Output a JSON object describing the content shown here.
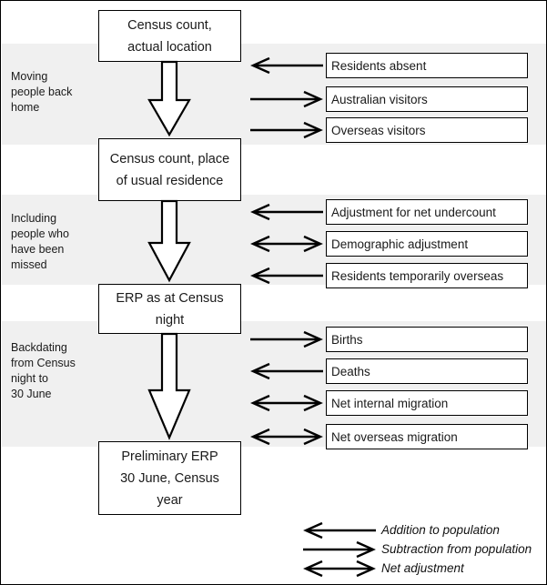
{
  "diagram": {
    "title": "Census count to Preliminary ERP adjustment flow",
    "shade_color": "#f0f0f0",
    "line_color": "#000000",
    "background": "#ffffff"
  },
  "stages": [
    {
      "label": "Moving\npeople back\nhome",
      "items": [
        {
          "label": "Residents absent",
          "direction": "left"
        },
        {
          "label": "Australian visitors",
          "direction": "right"
        },
        {
          "label": "Overseas visitors",
          "direction": "right"
        }
      ]
    },
    {
      "label": "Including\npeople who\nhave been\nmissed",
      "items": [
        {
          "label": "Adjustment for net undercount",
          "direction": "left"
        },
        {
          "label": "Demographic adjustment",
          "direction": "both"
        },
        {
          "label": "Residents temporarily overseas",
          "direction": "left"
        }
      ]
    },
    {
      "label": "Backdating\nfrom Census\nnight to\n30 June",
      "items": [
        {
          "label": "Births",
          "direction": "right"
        },
        {
          "label": "Deaths",
          "direction": "left"
        },
        {
          "label": "Net internal migration",
          "direction": "both"
        },
        {
          "label": "Net overseas migration",
          "direction": "both"
        }
      ]
    }
  ],
  "nodes": [
    {
      "label": "Census count,\nactual location"
    },
    {
      "label": "Census count, place\nof usual residence"
    },
    {
      "label": "ERP as at Census\nnight"
    },
    {
      "label": "Preliminary ERP\n30 June, Census\nyear"
    }
  ],
  "legend": [
    {
      "label": "Addition to population",
      "direction": "left"
    },
    {
      "label": "Subtraction from population",
      "direction": "right"
    },
    {
      "label": "Net adjustment",
      "direction": "both"
    }
  ]
}
